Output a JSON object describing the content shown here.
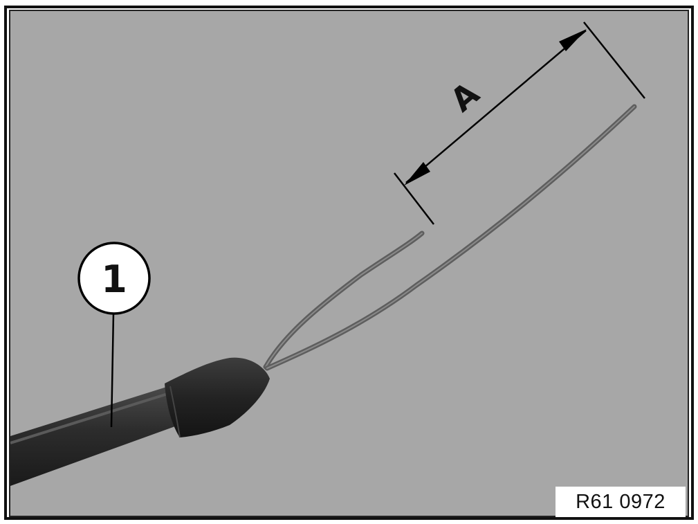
{
  "figure": {
    "part_callout": "1",
    "dimension_label": "A",
    "reference_code": "R61 0972"
  },
  "colors": {
    "background": "#a7a7a7",
    "cable": "#2a2a2a",
    "wire": "#6e6e6e",
    "line": "#000000"
  }
}
